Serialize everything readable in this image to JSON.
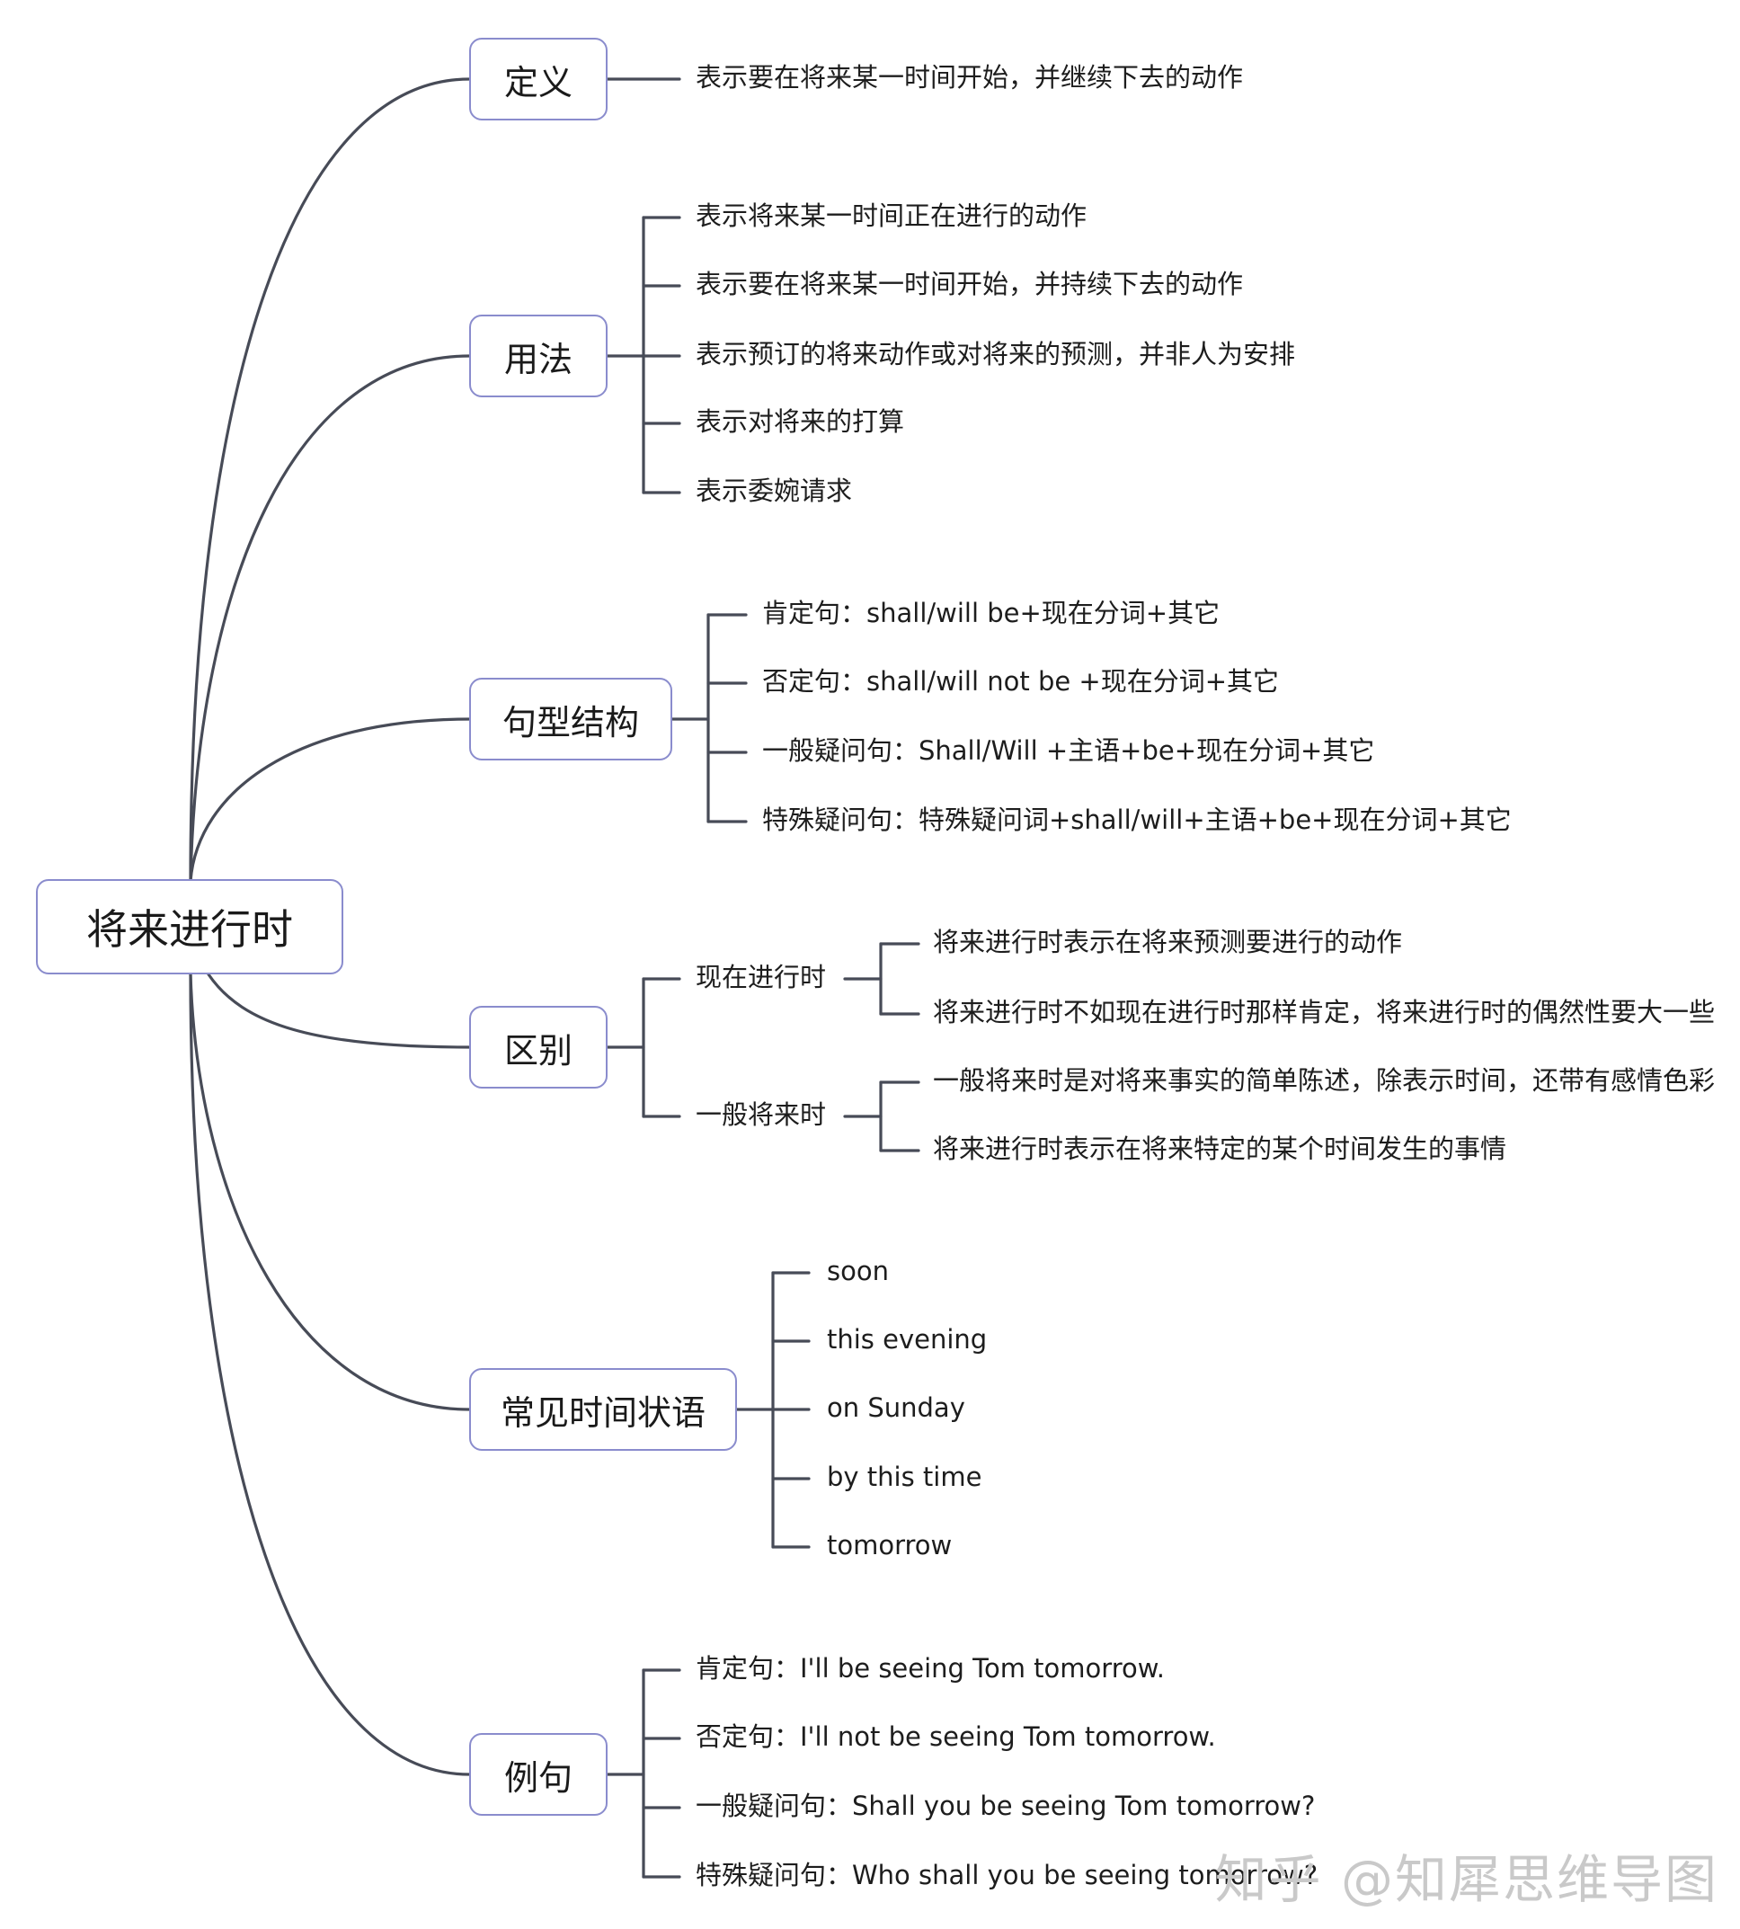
{
  "root": {
    "label": "将来进行时"
  },
  "branches": {
    "definition": {
      "label": "定义",
      "items": [
        "表示要在将来某一时间开始，并继续下去的动作"
      ]
    },
    "usage": {
      "label": "用法",
      "items": [
        "表示将来某一时间正在进行的动作",
        "表示要在将来某一时间开始，并持续下去的动作",
        "表示预订的将来动作或对将来的预测，并非人为安排",
        "表示对将来的打算",
        "表示委婉请求"
      ]
    },
    "structure": {
      "label": "句型结构",
      "items": [
        "肯定句：shall/will be+现在分词+其它",
        "否定句：shall/will not be +现在分词+其它",
        "一般疑问句：Shall/Will +主语+be+现在分词+其它",
        "特殊疑问句：特殊疑问词+shall/will+主语+be+现在分词+其它"
      ]
    },
    "difference": {
      "label": "区别",
      "present_progressive": {
        "label": "现在进行时",
        "items": [
          "将来进行时表示在将来预测要进行的动作",
          "将来进行时不如现在进行时那样肯定，将来进行时的偶然性要大一些"
        ]
      },
      "simple_future": {
        "label": "一般将来时",
        "items": [
          "一般将来时是对将来事实的简单陈述，除表示时间，还带有感情色彩",
          "将来进行时表示在将来特定的某个时间发生的事情"
        ]
      }
    },
    "time_adverbials": {
      "label": "常见时间状语",
      "items": [
        "soon",
        "this evening",
        "on Sunday",
        "by this time",
        "tomorrow"
      ]
    },
    "examples": {
      "label": "例句",
      "items": [
        "肯定句：I'll be seeing Tom tomorrow.",
        "否定句：I'll not be seeing Tom tomorrow.",
        "一般疑问句：Shall you be seeing Tom tomorrow?",
        "特殊疑问句：Who shall you be seeing tomorrow?"
      ]
    }
  },
  "watermark": "知乎 @知犀思维导图",
  "colors": {
    "line": "#474b57",
    "box_border": "#8a8ccd",
    "watermark": "#c9c9c9"
  }
}
